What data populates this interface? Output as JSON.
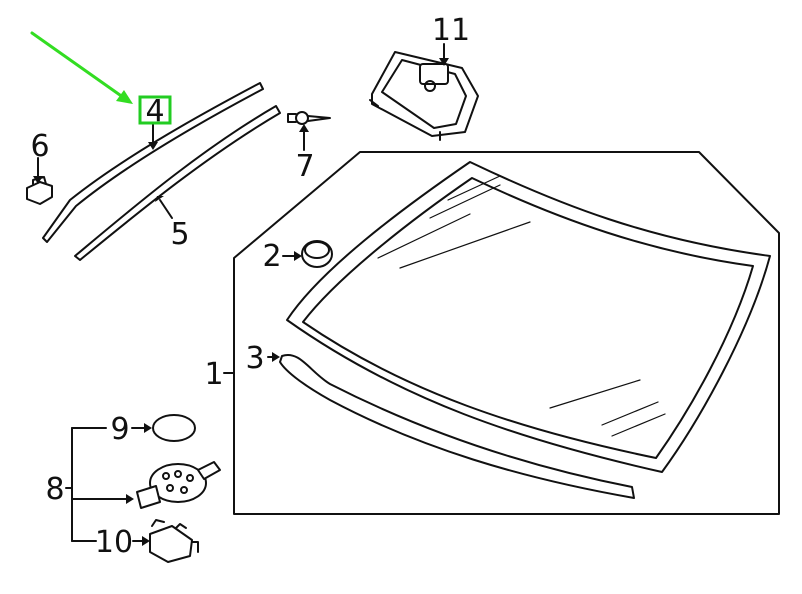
{
  "diagram": {
    "callouts": {
      "c1": "1",
      "c2": "2",
      "c3": "3",
      "c4": "4",
      "c5": "5",
      "c6": "6",
      "c7": "7",
      "c8": "8",
      "c9": "9",
      "c10": "10",
      "c11": "11"
    },
    "highlight": {
      "box_color": "#22cc22",
      "arrow_color": "#33dd22",
      "target_callout": "4"
    },
    "line_color": "#111111",
    "parts": [
      {
        "callout": "1",
        "icon": "windshield-glass-icon"
      },
      {
        "callout": "2",
        "icon": "spacer-clip-icon"
      },
      {
        "callout": "3",
        "icon": "lower-molding-strip-icon"
      },
      {
        "callout": "4",
        "icon": "upper-molding-strip-icon"
      },
      {
        "callout": "5",
        "icon": "molding-strip-icon"
      },
      {
        "callout": "6",
        "icon": "retainer-clip-icon"
      },
      {
        "callout": "7",
        "icon": "rivet-pin-icon"
      },
      {
        "callout": "8",
        "icon": "sensor-assembly-bracket-icon"
      },
      {
        "callout": "9",
        "icon": "gel-pad-icon"
      },
      {
        "callout": "10",
        "icon": "sensor-bracket-icon"
      },
      {
        "callout": "11",
        "icon": "camera-module-icon"
      }
    ]
  }
}
